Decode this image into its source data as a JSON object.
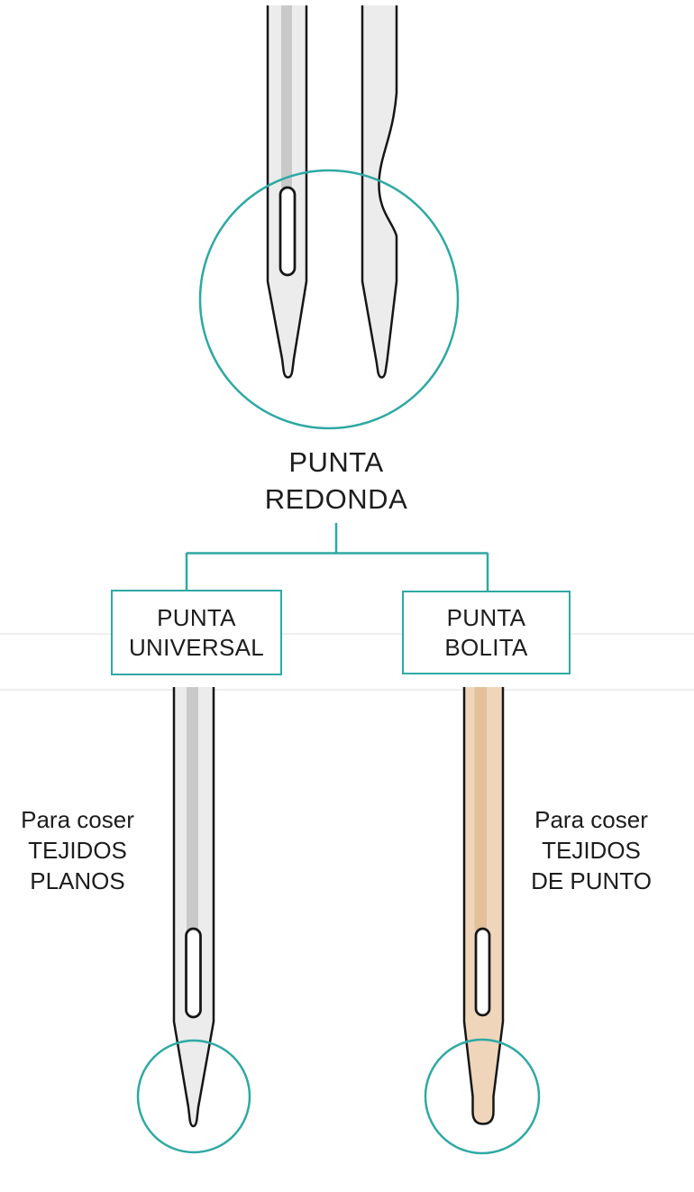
{
  "colors": {
    "teal": "#2EA9A4",
    "ink": "#161616",
    "text": "#1D1D1D",
    "needle_fill": "#ECECEC",
    "needle_groove": "#C9C9C9",
    "ballpoint_fill": "#EFD6BB",
    "ballpoint_groove": "#E3C09A",
    "eye_fill": "#FFFFFF",
    "faint_rule": "#EEEEEE",
    "background": "#FFFFFF"
  },
  "title": {
    "line1": "PUNTA",
    "line2": "REDONDA"
  },
  "tree": {
    "branches": [
      {
        "id": "punta-universal",
        "box_line1": "PUNTA",
        "box_line2": "UNIVERSAL",
        "label_line1": "Para coser",
        "label_line2": "TEJIDOS",
        "label_line3": "PLANOS"
      },
      {
        "id": "punta-bolita",
        "box_line1": "PUNTA",
        "box_line2": "BOLITA",
        "label_line1": "Para coser",
        "label_line2": "TEJIDOS",
        "label_line3": "DE PUNTO"
      }
    ]
  },
  "icons": {
    "needle_front": "needle-front-view-icon",
    "needle_side": "needle-side-view-icon",
    "magnifier": "magnifier-circle-icon"
  }
}
